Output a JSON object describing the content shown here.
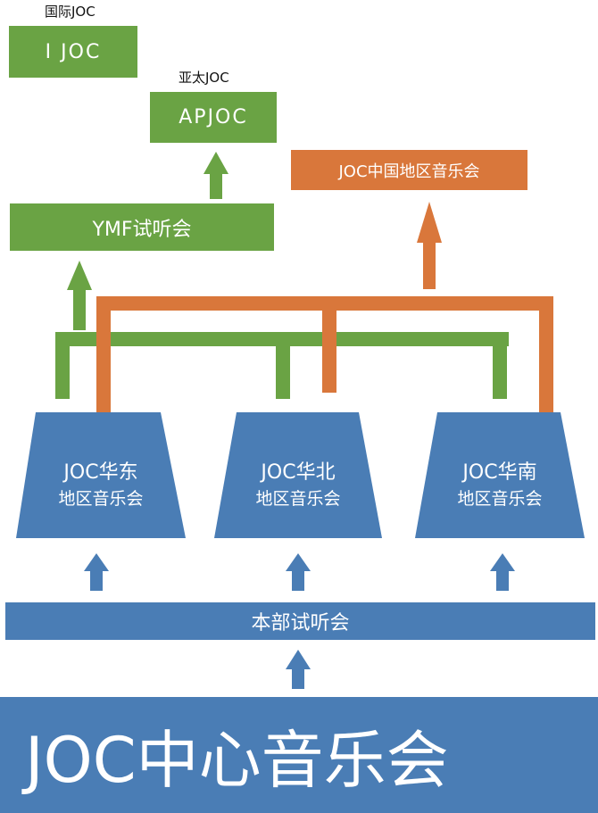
{
  "title_labels": {
    "ijoc_caption": "国际JOC",
    "apjoc_caption": "亚太JOC"
  },
  "boxes": {
    "ijoc": "I JOC",
    "apjoc": "APJOC",
    "ymf": "YMF试听会",
    "joc_china": "JOC中国地区音乐会",
    "headquarters": "本部试听会",
    "center": "JOC中心音乐会"
  },
  "regions": [
    {
      "name": "JOC华东",
      "sub": "地区音乐会"
    },
    {
      "name": "JOC华北",
      "sub": "地区音乐会"
    },
    {
      "name": "JOC华南",
      "sub": "地区音乐会"
    }
  ],
  "colors": {
    "green": "#6aa344",
    "orange": "#d9773b",
    "blue": "#4a7db5"
  }
}
